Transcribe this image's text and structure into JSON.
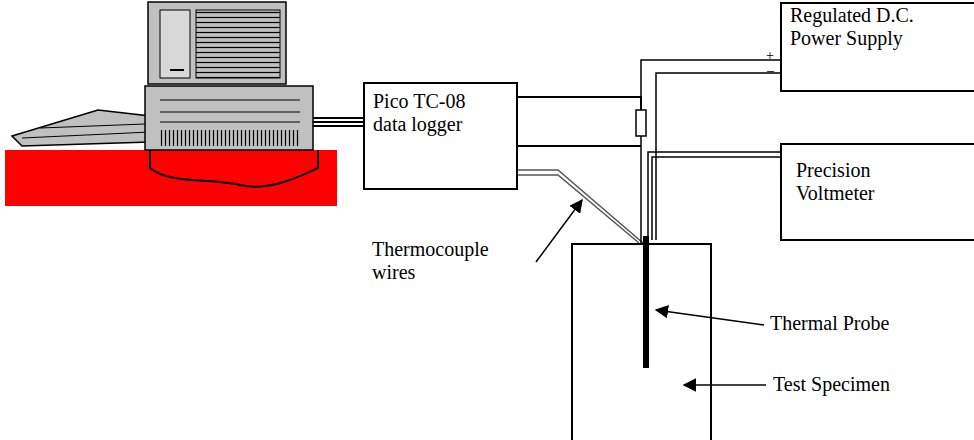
{
  "diagram": {
    "nodes": [
      {
        "text": [
          "Pico TC-08 data logger"
        ]
      },
      {
        "text": [
          "Regulated D.C. Power Supply"
        ]
      },
      {
        "text": [
          "Precision Voltmeter"
        ]
      },
      {
        "text": [
          "Test Specimen"
        ]
      }
    ],
    "edges": [
      {
        "from": 0,
        "to": 3,
        "arrow": "none"
      },
      {
        "from": 1,
        "to": 3,
        "arrow": "none"
      },
      {
        "from": 2,
        "to": 3,
        "arrow": "none"
      }
    ],
    "labels": [
      "Thermocouple wires",
      "Thermal Probe",
      "+",
      "–"
    ]
  }
}
